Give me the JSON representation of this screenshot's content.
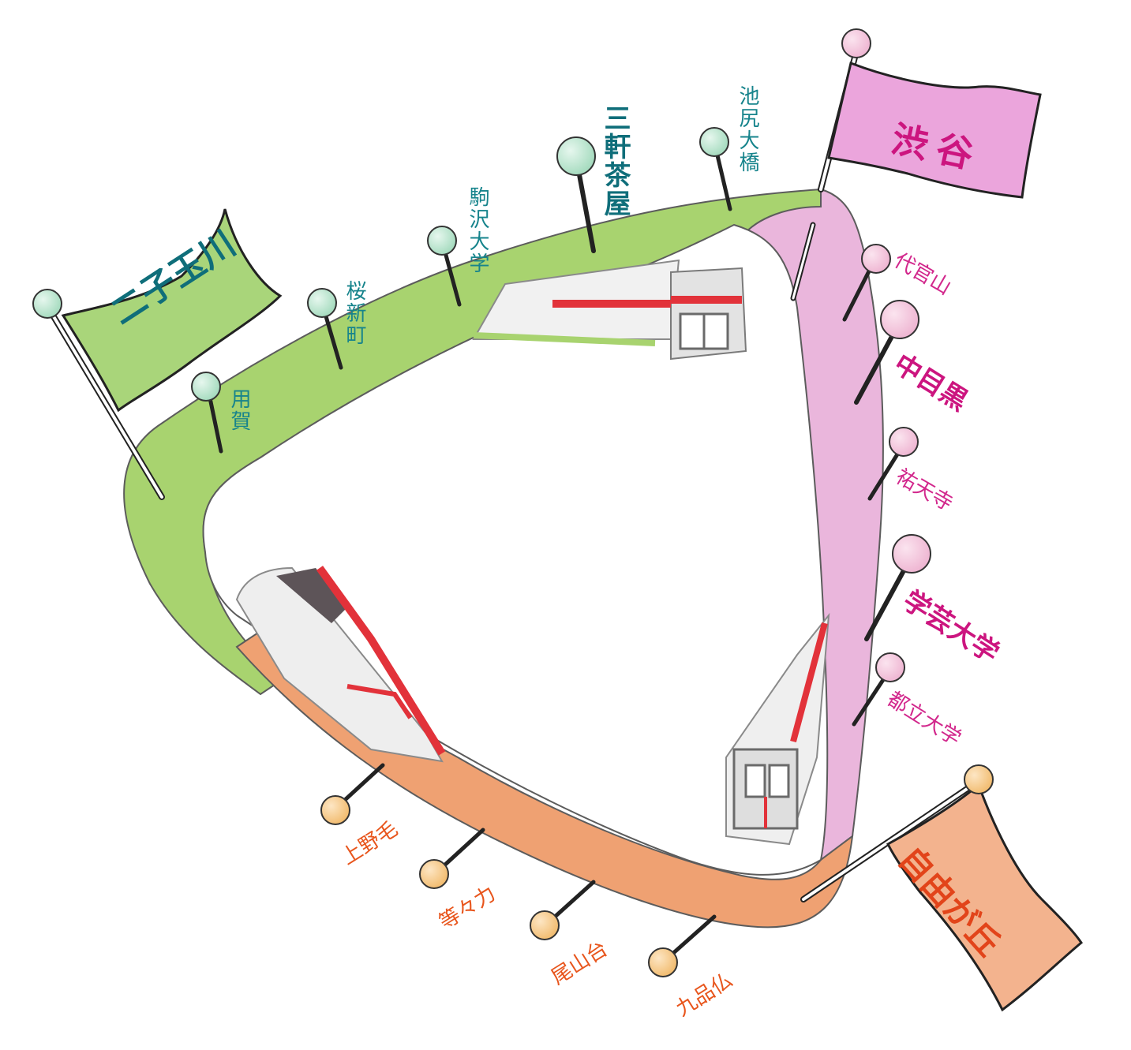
{
  "terminals": {
    "futako": "二子玉川",
    "shibuya": "渋谷",
    "jiyugaoka": "自由が丘"
  },
  "stations": {
    "denentoshi": [
      "用賀",
      "桜新町",
      "駒沢大学",
      "三軒茶屋",
      "池尻大橋"
    ],
    "toyoko": [
      "代官山",
      "中目黒",
      "祐天寺",
      "学芸大学",
      "都立大学"
    ],
    "oimachi": [
      "上野毛",
      "等々力",
      "尾山台",
      "九品仏"
    ]
  },
  "colors": {
    "denentoshi_line": "#a8d36f",
    "toyoko_line": "#eab6dc",
    "oimachi_line": "#efa172",
    "green_flag": "#a9d57a",
    "pink_flag": "#eba5dc",
    "orange_flag": "#f3b38e",
    "teal_text": "#17848c",
    "pink_text": "#d2278c",
    "orange_text": "#e8551c",
    "green_pin": "#a7dcc0",
    "pink_pin": "#efb7d3",
    "orange_pin": "#f2bd72",
    "train_red": "#e2323a"
  },
  "icons": [
    "pushpin-icon",
    "flag-icon",
    "train-icon"
  ]
}
